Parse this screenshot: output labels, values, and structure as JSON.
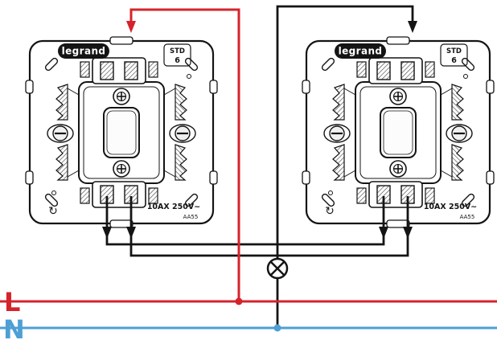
{
  "diagram": {
    "type": "electrical-wiring",
    "subject": "Two-way lighting circuit: two Legrand switches controlling one lamp",
    "power_lines": {
      "live_label": "L",
      "neutral_label": "N"
    },
    "colors": {
      "live": "#d5232b",
      "neutral": "#4d9fd4",
      "wire": "#141414"
    },
    "lamp": "lamp-cross-circle-symbol",
    "switches": [
      {
        "brand": "legrand",
        "std_label": "STD",
        "std_value": "6",
        "rating": "10AX  250V~",
        "batch_code": "AA55",
        "recycle_mark": "↻"
      },
      {
        "brand": "legrand",
        "std_label": "STD",
        "std_value": "6",
        "rating": "10AX  250V~",
        "batch_code": "AA55",
        "recycle_mark": "↻"
      }
    ]
  }
}
